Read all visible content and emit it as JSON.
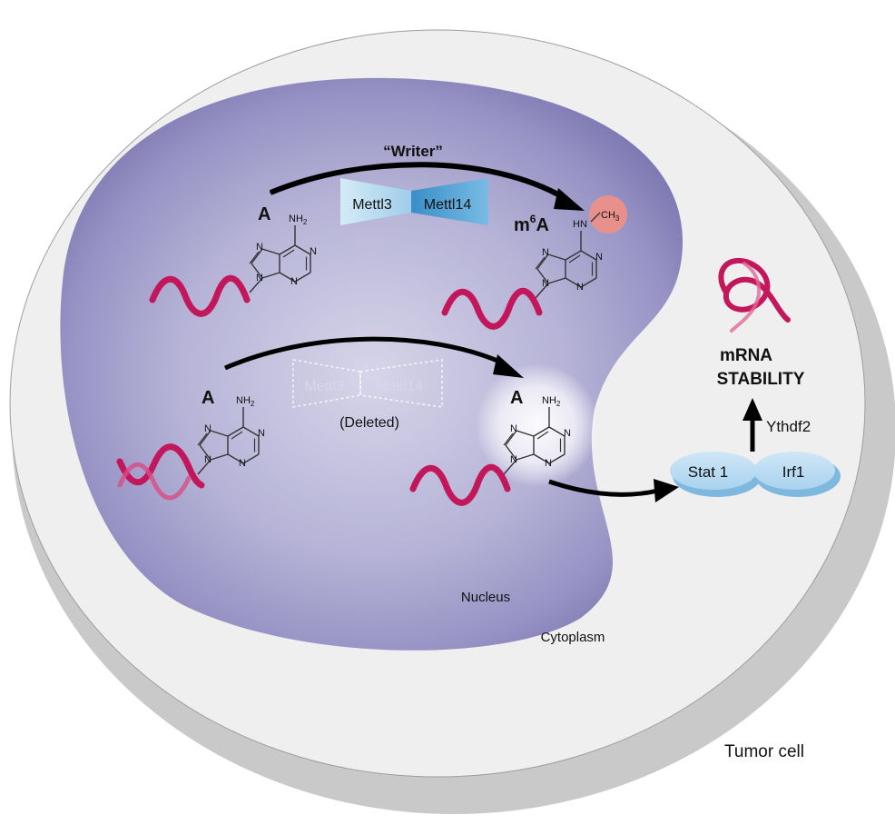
{
  "writer_label": "“Writer”",
  "complex_top": {
    "left": "Mettl3",
    "right": "Mettl14"
  },
  "complex_deleted": {
    "left": "Mettl3",
    "right": "Mettl14",
    "caption": "(Deleted)"
  },
  "adenine": {
    "base_label": "A",
    "nh2": "NH",
    "nh2_sub": "2",
    "ring_n": "N"
  },
  "m6a": {
    "prefix": "m",
    "superscript": "6",
    "suffix": "A",
    "hn": "HN",
    "ch3": "CH",
    "ch3_sub": "3"
  },
  "proteins": {
    "stat1": "Stat 1",
    "irf1": "Irf1"
  },
  "ythdf2": "Ythdf2",
  "mrna_stability": {
    "line1": "mRNA",
    "line2": "STABILITY"
  },
  "compartments": {
    "nucleus": "Nucleus",
    "cytoplasm": "Cytoplasm",
    "cell": "Tumor cell"
  },
  "colors": {
    "nucleus": "#8f8bbd",
    "cell_fill": "#f1f1f1",
    "cell_shadow": "#cfcfcf",
    "rna": "#c2185b",
    "mettl3": "#b7d9ee",
    "mettl14": "#3f97cf",
    "methyl": "#e8918c",
    "protein": "#8fc4e8"
  }
}
